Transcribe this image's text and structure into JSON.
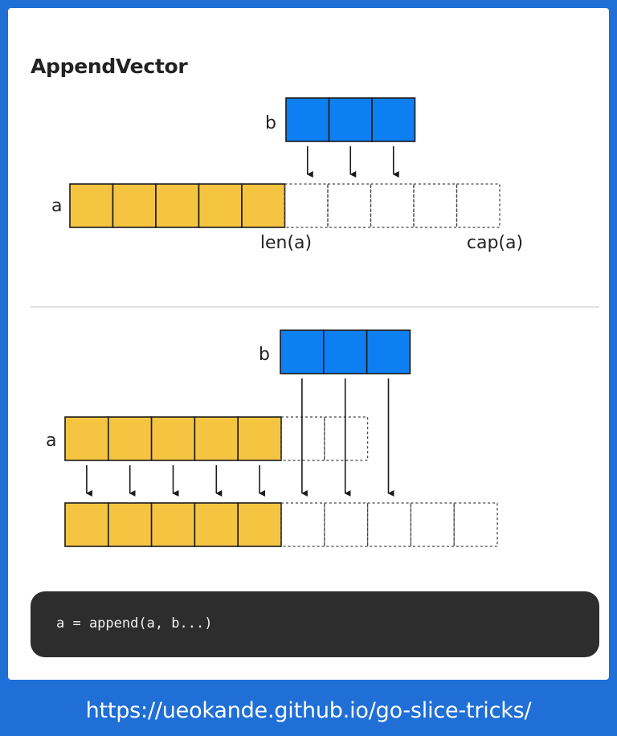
{
  "title": "AppendVector",
  "colors": {
    "a_fill": "#f5c542",
    "b_fill": "#0d7ff2",
    "outline": "#1a1a1a",
    "empty_dash": "#444444",
    "code_bg": "#2d2d2d",
    "footer_bg": "#1f6fd6"
  },
  "diagram1": {
    "label_a": "a",
    "label_b": "b",
    "len_label": "len(a)",
    "cap_label": "cap(a)",
    "a_len": 5,
    "a_cap": 10,
    "b_len": 3
  },
  "diagram2": {
    "label_a": "a",
    "label_b": "b",
    "a_len": 5,
    "a_cap": 7,
    "b_len": 3,
    "result_len": 5,
    "result_cap": 10
  },
  "code": "a = append(a, b...)",
  "footer_url": "https://ueokande.github.io/go-slice-tricks/"
}
